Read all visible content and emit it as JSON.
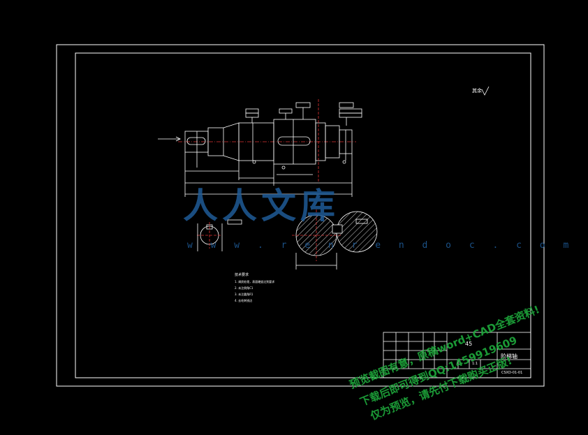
{
  "drawing": {
    "watermark_cn": "人人文库",
    "watermark_url": "w w w . r e n r e n d o c . c o m",
    "roughness_note": "其余",
    "technical_requirements": {
      "title": "技术要求",
      "items": [
        "1. 调质处理，表面硬度达到要求",
        "2. 未注倒角C1",
        "3. 未注圆角R1",
        "4. 去毛刺锐边"
      ]
    },
    "title_block": {
      "part_name": "阶梯轴",
      "scale": "1:1",
      "material": "45",
      "drawing_no": "CSXD-01-01"
    }
  },
  "promo": {
    "line1": "预览截图有意，原稿word+CAD全套资料!",
    "line2": "下载后即可得到QQ:1459919609",
    "line3": "仅为预览，请先付下载购买正版!"
  }
}
